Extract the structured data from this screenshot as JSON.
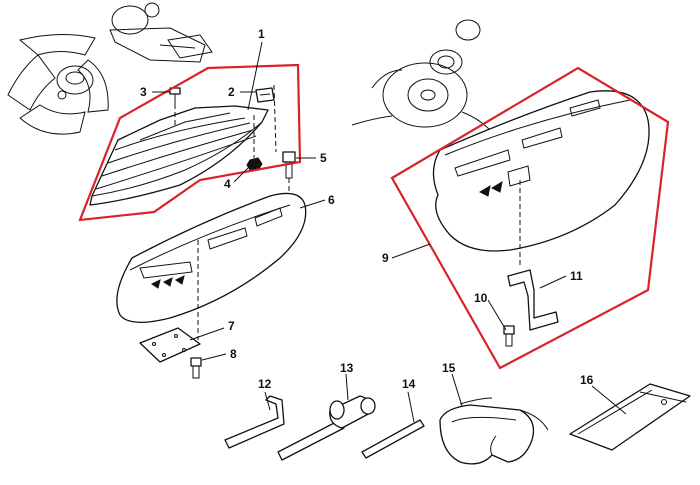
{
  "highlight_color": "#d9232a",
  "callouts": {
    "c1": "1",
    "c2": "2",
    "c3": "3",
    "c4": "4",
    "c5": "5",
    "c6": "6",
    "c7": "7",
    "c8": "8",
    "c9": "9",
    "c10": "10",
    "c11": "11",
    "c12": "12",
    "c13": "13",
    "c14": "14",
    "c15": "15",
    "c16": "16"
  },
  "icons": {
    "background_left": "trimmer-head-blade-icon",
    "background_right": "trimmer-head-line-icon"
  }
}
